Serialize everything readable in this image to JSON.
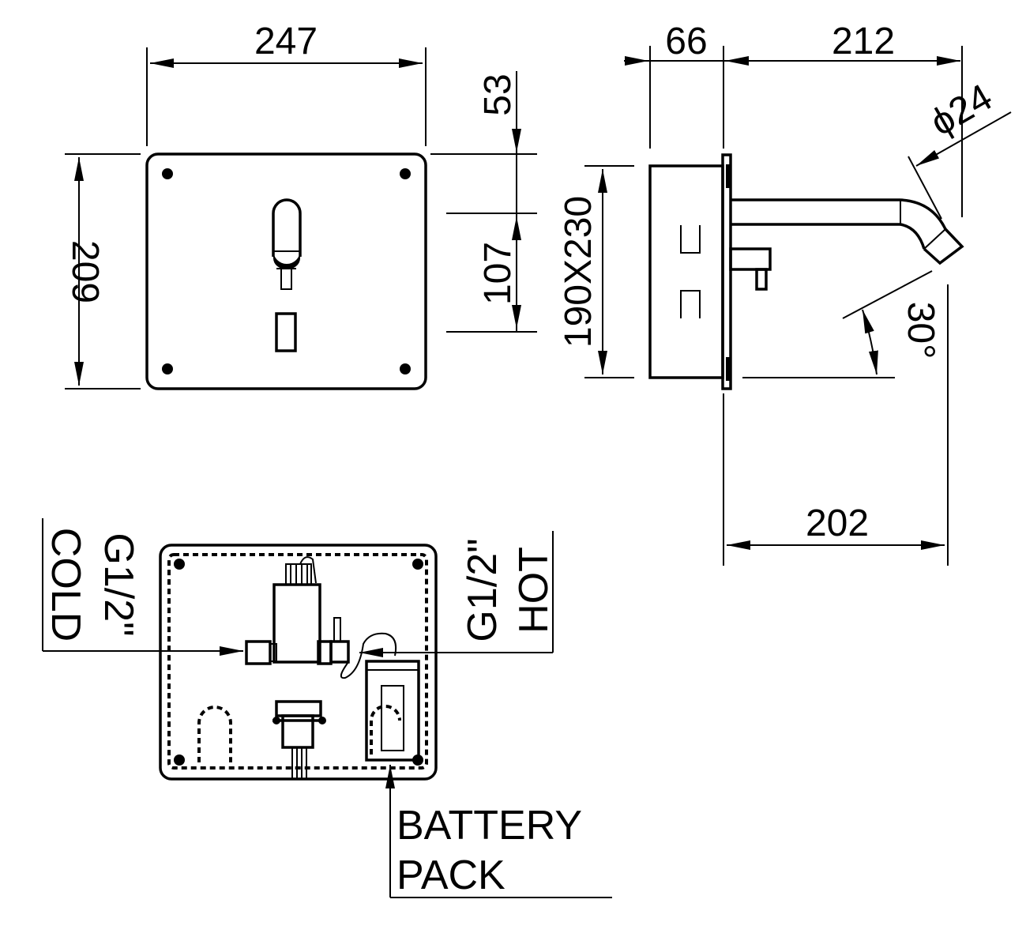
{
  "front_view": {
    "width_dim": "247",
    "height_dim": "209",
    "top_offset_dim": "53",
    "sensor_span_dim": "107"
  },
  "side_view": {
    "box_depth_dim": "66",
    "spout_reach_dim": "212",
    "spout_diameter_dim": "ϕ24",
    "cutout_dim": "190X230",
    "angle_dim": "30°",
    "projection_dim": "202"
  },
  "installation_view": {
    "cold_label": [
      "G1/2\"",
      "COLD"
    ],
    "hot_label": [
      "G1/2\"",
      "HOT"
    ],
    "battery_label": [
      "BATTERY",
      "PACK"
    ]
  }
}
